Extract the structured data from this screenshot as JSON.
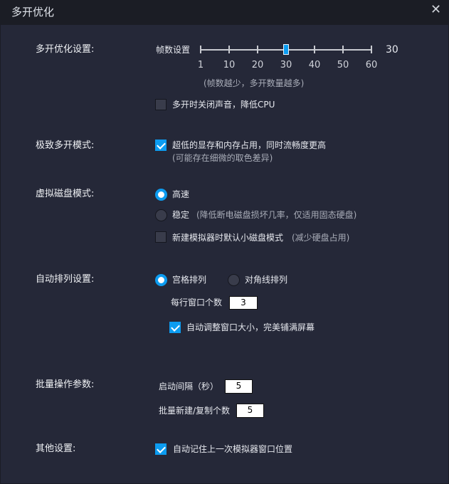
{
  "window": {
    "title": "多开优化",
    "close_icon": "close-icon"
  },
  "colors": {
    "accent": "#0c9cf0",
    "background": "#252838",
    "titlebar": "#1b1d25"
  },
  "multi_open": {
    "label": "多开优化设置:",
    "fps_label": "帧数设置",
    "fps_value": 30,
    "fps_value_text": "30",
    "ticks": [
      "1",
      "10",
      "20",
      "30",
      "40",
      "50",
      "60"
    ],
    "hint": "(帧数越少，多开数量越多)",
    "mute_label": "多开时关闭声音，降低CPU",
    "mute_checked": false
  },
  "extreme": {
    "label": "极致多开模式:",
    "option_label": "超低的显存和内存占用，同时流畅度更高",
    "option_hint": "(可能存在细微的取色差异)",
    "checked": true
  },
  "disk": {
    "label": "虚拟磁盘模式:",
    "fast_label": "高速",
    "fast_selected": true,
    "stable_label": "稳定",
    "stable_hint": "(降低断电磁盘损坏几率，仅适用固态硬盘)",
    "small_disk_label": "新建模拟器时默认小磁盘模式",
    "small_disk_hint": "(减少硬盘占用)",
    "small_disk_checked": false
  },
  "arrange": {
    "label": "自动排列设置:",
    "grid_label": "宫格排列",
    "grid_selected": true,
    "diagonal_label": "对角线排列",
    "per_row_label": "每行窗口个数",
    "per_row_value": "3",
    "auto_resize_label": "自动调整窗口大小，完美铺满屏幕",
    "auto_resize_checked": true
  },
  "batch": {
    "label": "批量操作参数:",
    "interval_label": "启动间隔（秒）",
    "interval_value": "5",
    "count_label": "批量新建/复制个数",
    "count_value": "5"
  },
  "other": {
    "label": "其他设置:",
    "remember_label": "自动记住上一次模拟器窗口位置",
    "remember_checked": true
  }
}
